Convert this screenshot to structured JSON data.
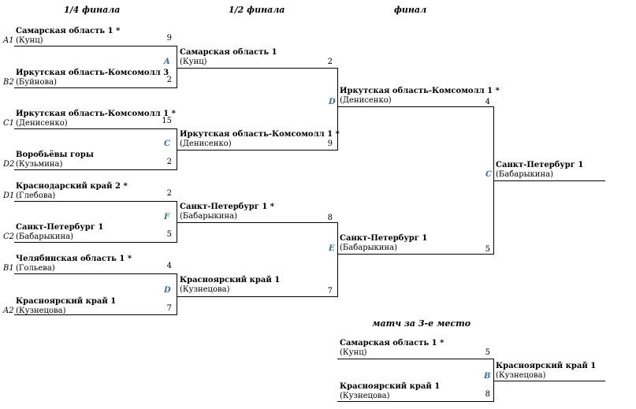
{
  "headers": {
    "quarter": "1/4 финала",
    "semi": "1/2 финала",
    "final": "финал",
    "third": "матч за 3-е место"
  },
  "qf": [
    {
      "seed": "A1",
      "name": "Самарская область 1 *",
      "coach": "(Кунц)",
      "score": "9"
    },
    {
      "seed": "B2",
      "name": "Иркутская область-Комсомолл 3",
      "coach": "(Буйнова)",
      "score": "2"
    },
    {
      "seed": "C1",
      "name": "Иркутская область-Комсомолл 1 *",
      "coach": "(Денисенко)",
      "score": "15"
    },
    {
      "seed": "D2",
      "name": "Воробьёвы горы",
      "coach": "(Кузьмина)",
      "score": "2"
    },
    {
      "seed": "D1",
      "name": "Краснодарский край 2 *",
      "coach": "(Глебова)",
      "score": "2"
    },
    {
      "seed": "C2",
      "name": "Санкт-Петербург 1",
      "coach": "(Бабарыкина)",
      "score": "5"
    },
    {
      "seed": "B1",
      "name": "Челябинская область 1 *",
      "coach": "(Гольева)",
      "score": "4"
    },
    {
      "seed": "A2",
      "name": "Красноярский край 1",
      "coach": "(Кузнецова)",
      "score": "7"
    }
  ],
  "qf_courts": [
    "A",
    "C",
    "F",
    "D"
  ],
  "sf": [
    {
      "name": "Самарская область 1",
      "coach": "(Кунц)",
      "score": "2"
    },
    {
      "name": "Иркутская область-Комсомолл 1 *",
      "coach": "(Денисенко)",
      "score": "9"
    },
    {
      "name": "Санкт-Петербург 1 *",
      "coach": "(Бабарыкина)",
      "score": "8"
    },
    {
      "name": "Красноярский край 1",
      "coach": "(Кузнецова)",
      "score": "7"
    }
  ],
  "sf_courts": [
    "D",
    "E"
  ],
  "fin": [
    {
      "name": "Иркутская область-Комсомолл 1 *",
      "coach": "(Денисенко)",
      "score": "4"
    },
    {
      "name": "Санкт-Петербург 1",
      "coach": "(Бабарыкина)",
      "score": "5"
    }
  ],
  "fin_court": "C",
  "champion": {
    "name": "Санкт-Петербург 1",
    "coach": "(Бабарыкина)"
  },
  "third": [
    {
      "name": "Самарская область 1 *",
      "coach": "(Кунц)",
      "score": "5"
    },
    {
      "name": "Красноярский край 1",
      "coach": "(Кузнецова)",
      "score": "8"
    }
  ],
  "third_court": "B",
  "third_winner": {
    "name": "Красноярский край 1",
    "coach": "(Кузнецова)"
  }
}
